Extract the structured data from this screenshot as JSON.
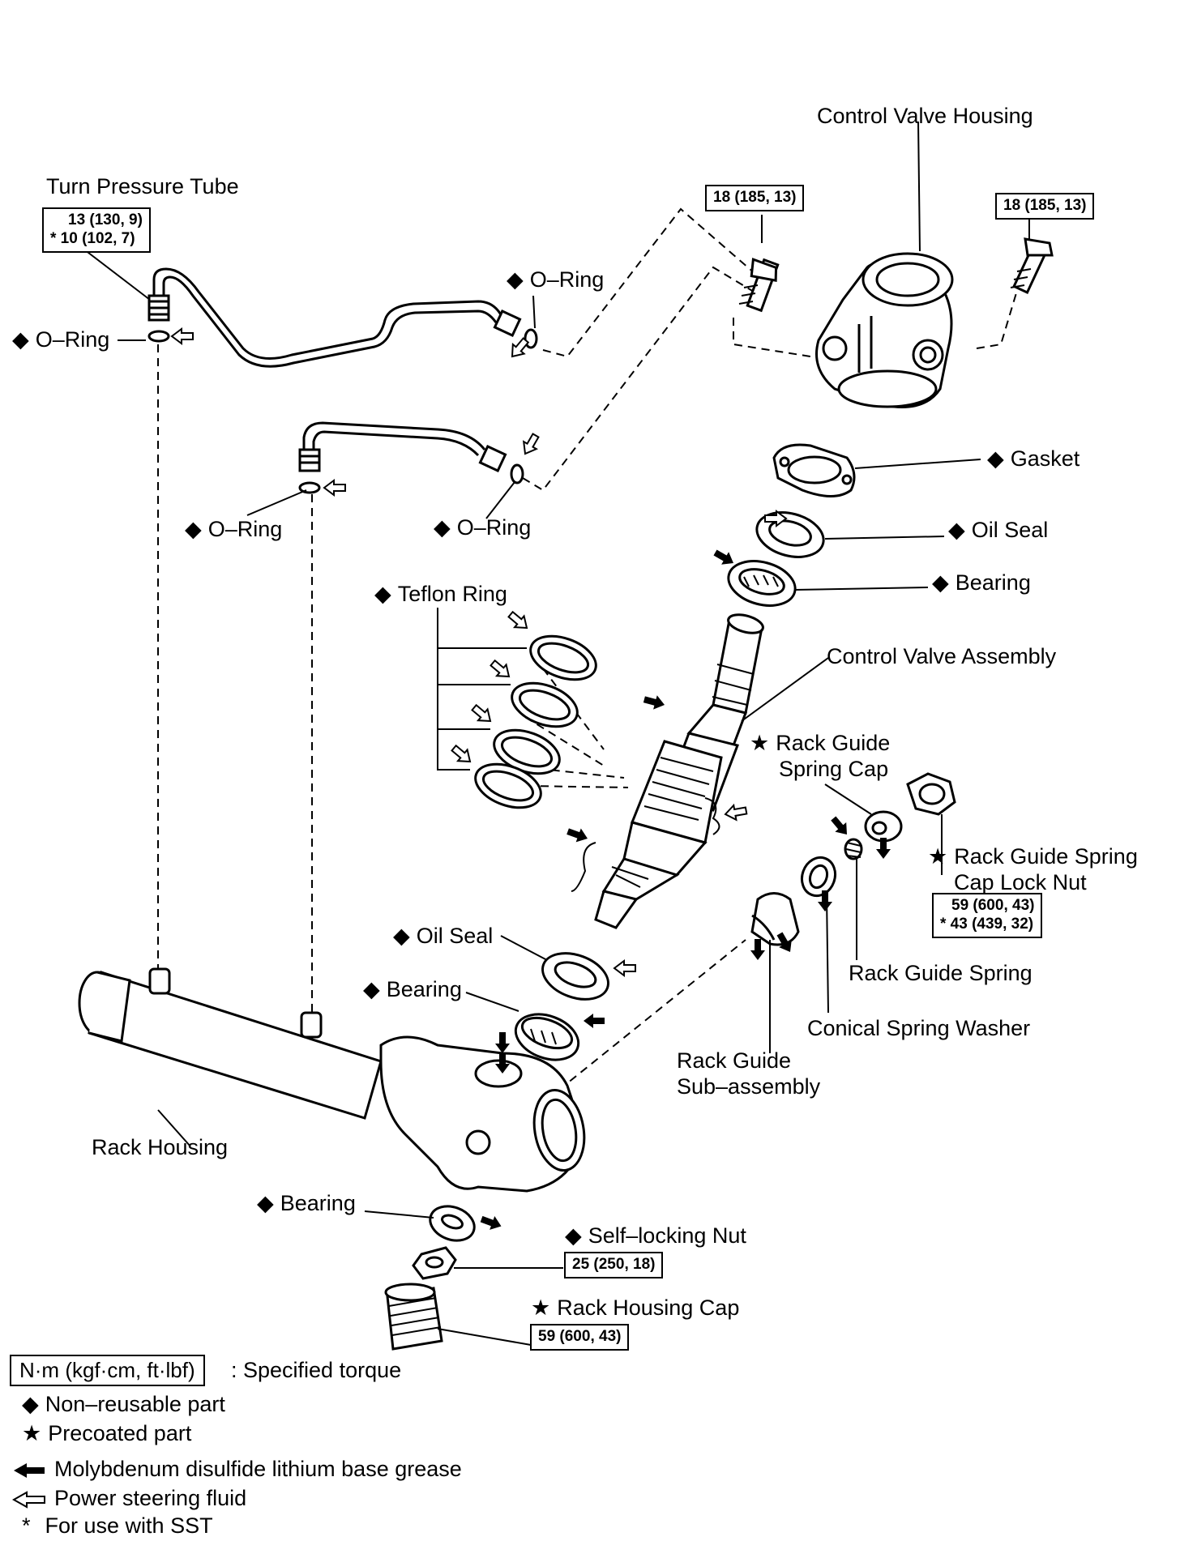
{
  "symbols": {
    "non_reusable": "◆",
    "precoated": "★",
    "sst": "*"
  },
  "labels": {
    "control_valve_housing": "Control Valve Housing",
    "turn_pressure_tube": "Turn Pressure Tube",
    "o_ring": "O–Ring",
    "gasket": "Gasket",
    "oil_seal": "Oil Seal",
    "bearing": "Bearing",
    "teflon_ring": "Teflon Ring",
    "control_valve_assembly": "Control Valve Assembly",
    "rack_guide_spring_cap_1": "Rack Guide",
    "rack_guide_spring_cap_2": "Spring Cap",
    "rack_guide_spring_cap_lock_nut_1": "Rack Guide Spring",
    "rack_guide_spring_cap_lock_nut_2": "Cap Lock Nut",
    "rack_guide_spring": "Rack Guide Spring",
    "conical_spring_washer": "Conical Spring Washer",
    "rack_guide_sub_assembly_1": "Rack Guide",
    "rack_guide_sub_assembly_2": "Sub–assembly",
    "rack_housing": "Rack Housing",
    "self_locking_nut": "Self–locking Nut",
    "rack_housing_cap": "Rack Housing Cap"
  },
  "torques": {
    "turn_pressure_tube_1": "13 (130, 9)",
    "turn_pressure_tube_2": "* 10 (102, 7)",
    "valve_housing_bolt_left": "18 (185, 13)",
    "valve_housing_bolt_right": "18 (185, 13)",
    "lock_nut_1": "59 (600, 43)",
    "lock_nut_2": "* 43 (439, 32)",
    "self_locking_nut": "25 (250, 18)",
    "rack_housing_cap": "59 (600, 43)"
  },
  "legend": {
    "unit_box": "N·m (kgf·cm, ft·lbf)",
    "unit_desc": ": Specified torque",
    "non_reusable": "Non–reusable part",
    "precoated": "Precoated part",
    "moly_grease": "Molybdenum disulfide lithium base grease",
    "ps_fluid": "Power steering fluid",
    "sst": "For use with SST"
  },
  "icons": {
    "filled_arrow": "molybdenum-grease-arrow-icon",
    "hollow_arrow": "power-steering-fluid-arrow-icon"
  }
}
